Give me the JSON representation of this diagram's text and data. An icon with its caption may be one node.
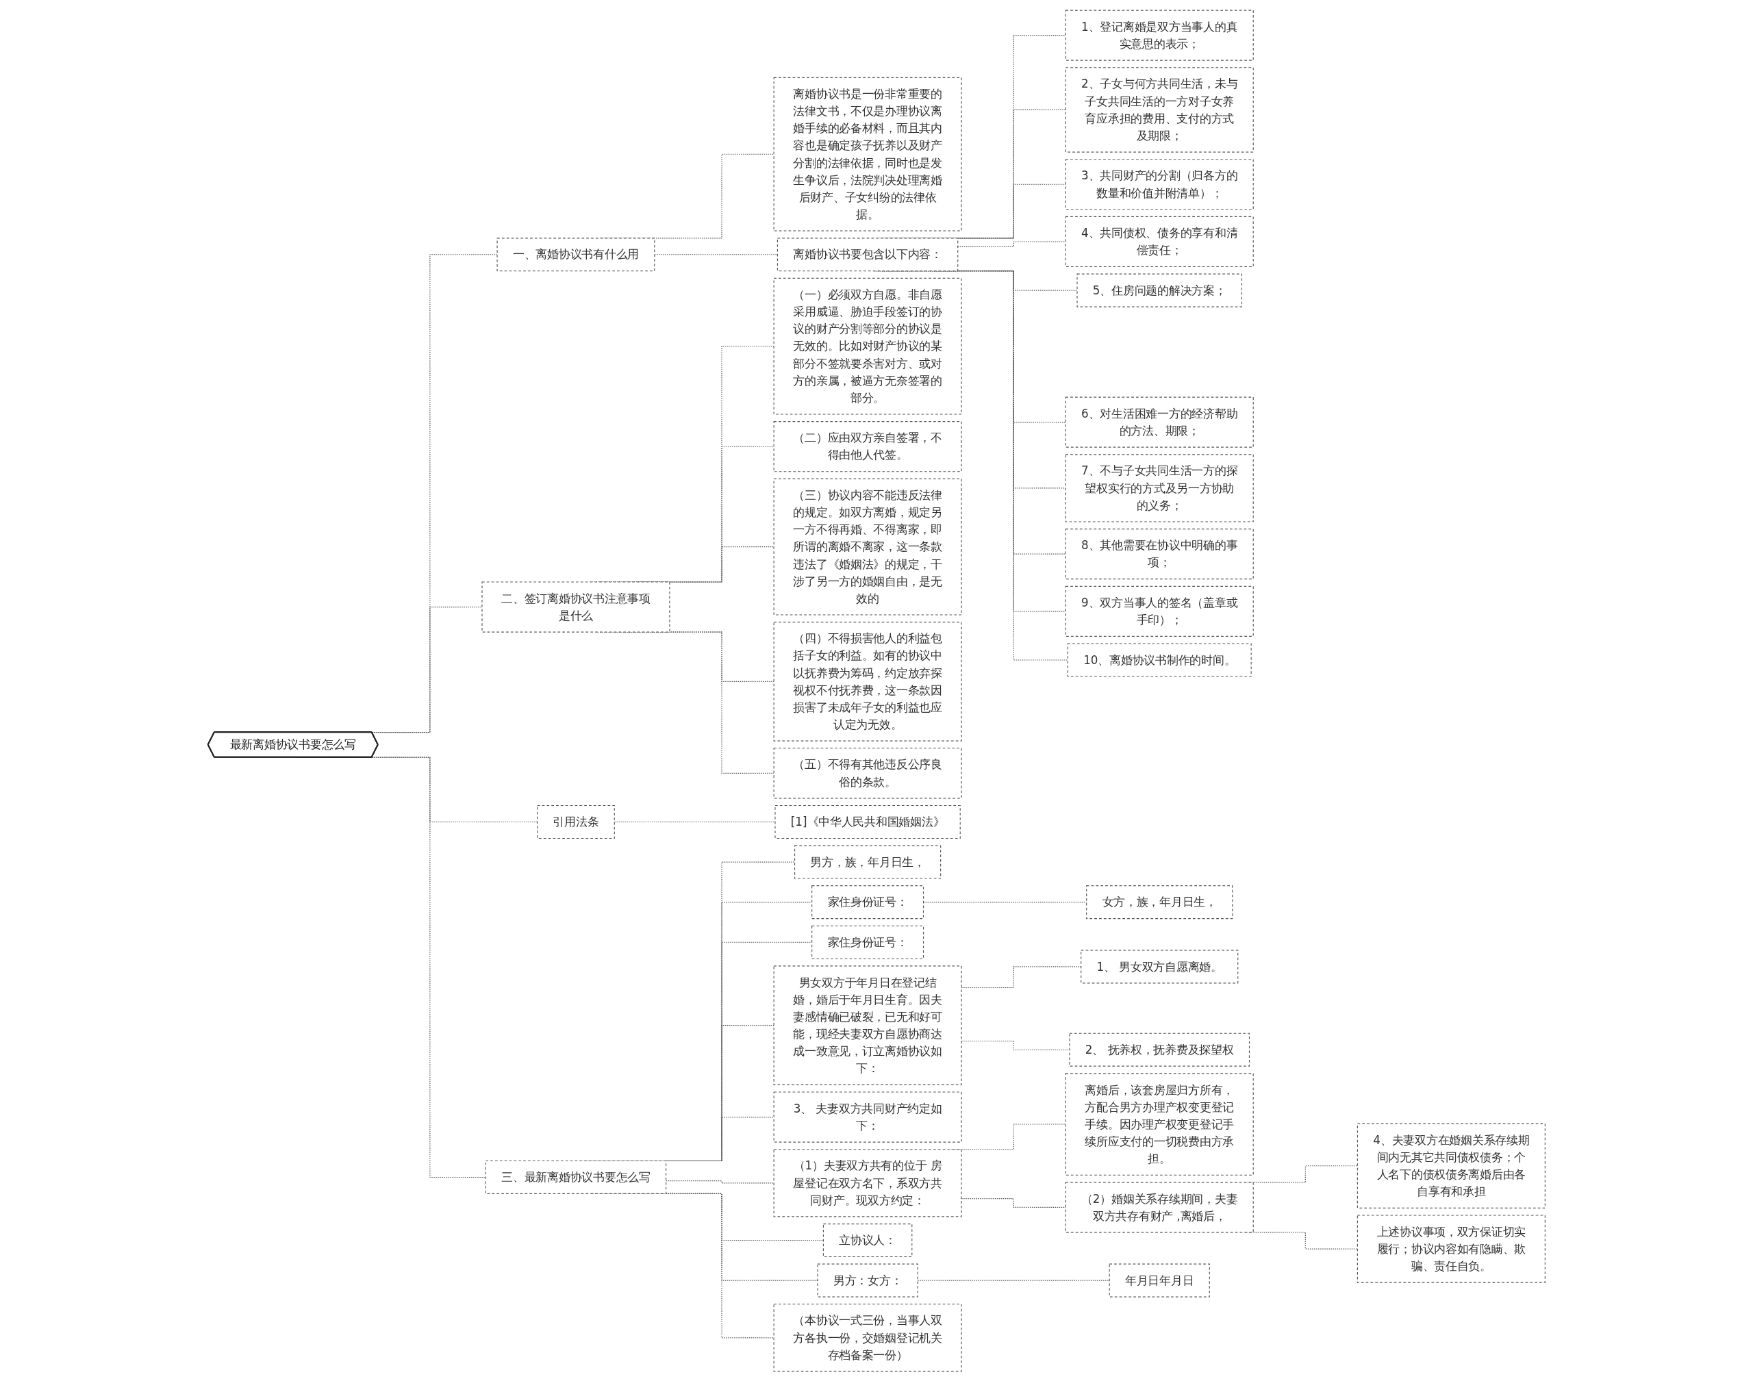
{
  "diagram": {
    "nodes": [
      {
        "text": [
          "最新离婚协议书要怎么写"
        ]
      },
      {
        "text": [
          "一、离婚协议书有什么用"
        ]
      },
      {
        "text": [
          "离婚协议书是一份非常重要的法律文书，不仅是办理协议离婚手续的必备材料，而且其内容也是确定孩子抚养以及财产分割的法律依据，同时也是发生争议后，法院判决处理离婚后财产、子女纠纷的法律依据。"
        ]
      },
      {
        "text": [
          "离婚协议书要包含以下内容："
        ]
      },
      {
        "text": [
          "1、登记离婚是双方当事人的真实意思的表示；"
        ]
      },
      {
        "text": [
          "2、子女与何方共同生活，未与子女共同生活的一方对子女养育应承担的费用、支付的方式及期限；"
        ]
      },
      {
        "text": [
          "3、共同财产的分割（归各方的数量和价值并附清单）；"
        ]
      },
      {
        "text": [
          "4、共同债权、债务的享有和清偿责任；"
        ]
      },
      {
        "text": [
          "5、住房问题的解决方案；"
        ]
      },
      {
        "text": [
          "6、对生活困难一方的经济帮助的方法、期限；"
        ]
      },
      {
        "text": [
          "7、不与子女共同生活一方的探望权实行的方式及另一方协助的义务；"
        ]
      },
      {
        "text": [
          "8、其他需要在协议中明确的事项；"
        ]
      },
      {
        "text": [
          "9、双方当事人的签名（盖章或手印）；"
        ]
      },
      {
        "text": [
          "10、离婚协议书制作的时间。"
        ]
      },
      {
        "text": [
          "二、签订离婚协议书注意事项是什么"
        ]
      },
      {
        "text": [
          "（一）必须双方自愿。非自愿采用威逼、胁迫手段签订的协议的财产分割等部分的协议是无效的。比如对财产协议的某部分不签就要杀害对方、或对方的亲属，被逼方无奈签署的部分。"
        ]
      },
      {
        "text": [
          "（二）应由双方亲自签署，不得由他人代签。"
        ]
      },
      {
        "text": [
          "（三）协议内容不能违反法律的规定。如双方离婚，规定另一方不得再婚、不得离家，即所谓的离婚不离家，这一条款违法了《婚姻法》的规定，干涉了另一方的婚姻自由，是无效的"
        ]
      },
      {
        "text": [
          "（四）不得损害他人的利益包括子女的利益。如有的协议中以抚养费为筹码，约定放弃探视权不付抚养费，这一条款因损害了未成年子女的利益也应认定为无效。"
        ]
      },
      {
        "text": [
          "（五）不得有其他违反公序良俗的条款。"
        ]
      },
      {
        "text": [
          "引用法条"
        ]
      },
      {
        "text": [
          "[1]《中华人民共和国婚姻法》"
        ]
      },
      {
        "text": [
          "三、最新离婚协议书要怎么写"
        ]
      },
      {
        "text": [
          "男方，族，年月日生，"
        ]
      },
      {
        "text": [
          "家住身份证号："
        ]
      },
      {
        "text": [
          "女方，族，年月日生，"
        ]
      },
      {
        "text": [
          "家住身份证号："
        ]
      },
      {
        "text": [
          "男女双方于年月日在登记结婚，婚后于年月日生育。因夫妻感情确已破裂，已无和好可能，现经夫妻双方自愿协商达成一致意见，订立离婚协议如下："
        ]
      },
      {
        "text": [
          "1、 男女双方自愿离婚。"
        ]
      },
      {
        "text": [
          "2、 抚养权，抚养费及探望权"
        ]
      },
      {
        "text": [
          "3、 夫妻双方共同财产约定如下："
        ]
      },
      {
        "text": [
          "（1）夫妻双方共有的位于 房屋登记在双方名下，系双方共同财产。现双方约定："
        ]
      },
      {
        "text": [
          "离婚后，该套房屋归方所有，方配合男方办理产权变更登记手续。因办理产权变更登记手续所应支付的一切税费由方承担。"
        ]
      },
      {
        "text": [
          "（2）婚姻关系存续期间，夫妻双方共存有财产 ,离婚后，"
        ]
      },
      {
        "text": [
          "4、夫妻双方在婚姻关系存续期间内无其它共同债权债务；个人名下的债权债务离婚后由各自享有和承担"
        ]
      },
      {
        "text": [
          "上述协议事项，双方保证切实履行；协议内容如有隐瞒、欺骗、责任自负。"
        ]
      },
      {
        "text": [
          "立协议人："
        ]
      },
      {
        "text": [
          "男方：女方："
        ]
      },
      {
        "text": [
          "年月日年月日"
        ]
      },
      {
        "text": [
          "（本协议一式三份，当事人双方各执一份，交婚姻登记机关存档备案一份）"
        ]
      }
    ],
    "edges": [
      {
        "from": 0,
        "to": 1,
        "arrow": "none",
        "style": "dashed"
      },
      {
        "from": 1,
        "to": 2,
        "arrow": "none",
        "style": "dashed"
      },
      {
        "from": 1,
        "to": 3,
        "arrow": "none",
        "style": "dashed"
      },
      {
        "from": 3,
        "to": 4,
        "arrow": "none",
        "style": "dashed"
      },
      {
        "from": 3,
        "to": 5,
        "arrow": "none",
        "style": "dashed"
      },
      {
        "from": 3,
        "to": 6,
        "arrow": "none",
        "style": "dashed"
      },
      {
        "from": 3,
        "to": 7,
        "arrow": "none",
        "style": "dashed"
      },
      {
        "from": 3,
        "to": 8,
        "arrow": "none",
        "style": "dashed"
      },
      {
        "from": 3,
        "to": 9,
        "arrow": "none",
        "style": "dashed"
      },
      {
        "from": 3,
        "to": 10,
        "arrow": "none",
        "style": "dashed"
      },
      {
        "from": 3,
        "to": 11,
        "arrow": "none",
        "style": "dashed"
      },
      {
        "from": 3,
        "to": 12,
        "arrow": "none",
        "style": "dashed"
      },
      {
        "from": 3,
        "to": 13,
        "arrow": "none",
        "style": "dashed"
      },
      {
        "from": 0,
        "to": 14,
        "arrow": "none",
        "style": "dashed"
      },
      {
        "from": 14,
        "to": 15,
        "arrow": "none",
        "style": "dashed"
      },
      {
        "from": 14,
        "to": 16,
        "arrow": "none",
        "style": "dashed"
      },
      {
        "from": 14,
        "to": 17,
        "arrow": "none",
        "style": "dashed"
      },
      {
        "from": 14,
        "to": 18,
        "arrow": "none",
        "style": "dashed"
      },
      {
        "from": 14,
        "to": 19,
        "arrow": "none",
        "style": "dashed"
      },
      {
        "from": 0,
        "to": 20,
        "arrow": "none",
        "style": "dashed"
      },
      {
        "from": 20,
        "to": 21,
        "arrow": "none",
        "style": "dashed"
      },
      {
        "from": 0,
        "to": 22,
        "arrow": "none",
        "style": "dashed"
      },
      {
        "from": 22,
        "to": 23,
        "arrow": "none",
        "style": "dashed"
      },
      {
        "from": 22,
        "to": 24,
        "arrow": "none",
        "style": "dashed"
      },
      {
        "from": 24,
        "to": 25,
        "arrow": "none",
        "style": "dashed"
      },
      {
        "from": 22,
        "to": 26,
        "arrow": "none",
        "style": "dashed"
      },
      {
        "from": 22,
        "to": 27,
        "arrow": "none",
        "style": "dashed"
      },
      {
        "from": 27,
        "to": 28,
        "arrow": "none",
        "style": "dashed"
      },
      {
        "from": 27,
        "to": 29,
        "arrow": "none",
        "style": "dashed"
      },
      {
        "from": 22,
        "to": 30,
        "arrow": "none",
        "style": "dashed"
      },
      {
        "from": 22,
        "to": 31,
        "arrow": "none",
        "style": "dashed"
      },
      {
        "from": 31,
        "to": 32,
        "arrow": "none",
        "style": "dashed"
      },
      {
        "from": 31,
        "to": 33,
        "arrow": "none",
        "style": "dashed"
      },
      {
        "from": 33,
        "to": 34,
        "arrow": "none",
        "style": "dashed"
      },
      {
        "from": 33,
        "to": 35,
        "arrow": "none",
        "style": "dashed"
      },
      {
        "from": 22,
        "to": 36,
        "arrow": "none",
        "style": "dashed"
      },
      {
        "from": 22,
        "to": 37,
        "arrow": "none",
        "style": "dashed"
      },
      {
        "from": 37,
        "to": 38,
        "arrow": "none",
        "style": "dashed"
      },
      {
        "from": 22,
        "to": 39,
        "arrow": "none",
        "style": "dashed"
      }
    ]
  }
}
